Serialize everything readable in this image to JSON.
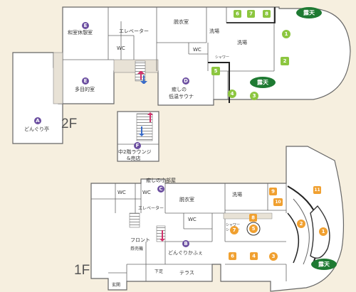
{
  "floors": {
    "f2": {
      "label": "2F",
      "rooms": {
        "washitsu": "和室休憩室",
        "elevator": "エレベーター",
        "wc": "WC",
        "wc2": "WC",
        "datsui": "脱衣室",
        "senba1": "洗場",
        "senba2": "洗場",
        "shower": "シャワー",
        "tamokuteki": "多目的室",
        "sauna": "癒しの\n低温サウナ",
        "dongurutei": "どんぐり亭",
        "lounge": "中2階ラウンジ\n&売店"
      },
      "markers": [
        "E",
        "E",
        "D",
        "A",
        "F"
      ],
      "baths": [
        "6",
        "7",
        "8",
        "1",
        "2",
        "5",
        "4",
        "3"
      ],
      "rotenburo": "露天"
    },
    "f1": {
      "label": "1F",
      "rooms": {
        "koheya": "癒しの小部屋",
        "wc": "WC",
        "wc2": "WC",
        "elevator": "エレベーター",
        "datsui": "脱衣室",
        "senba": "洗場",
        "shower": "シャワー",
        "front": "フロント",
        "kenbaiki": "券売機",
        "cafe": "どんぐりかふぇ",
        "genkan": "玄関",
        "gesoku": "下足",
        "terrace": "テラス"
      },
      "markers": [
        "C",
        "B"
      ],
      "baths": [
        "9",
        "10",
        "8",
        "7",
        "5",
        "2",
        "1",
        "11",
        "6",
        "4",
        "3"
      ],
      "rotenburo": "露天"
    }
  },
  "colors": {
    "background": "#f6efdf",
    "room": "#ffffff",
    "wall": "#666666",
    "corridor": "#e8e2d6",
    "purple_marker": "#6b4ea0",
    "green_bath": "#8cc63f",
    "orange_bath": "#f0a030",
    "rotenburo_green": "#1e7a32",
    "arrow_red": "#d0336b",
    "arrow_blue": "#3a6cc8"
  }
}
